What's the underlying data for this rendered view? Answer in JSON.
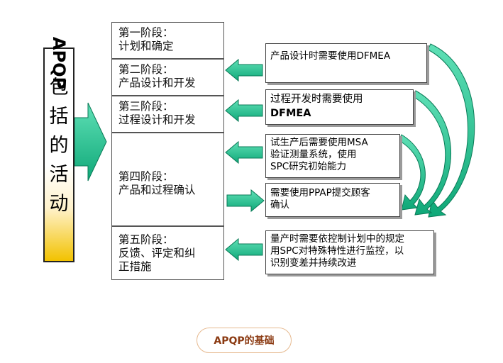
{
  "vertical_title": {
    "latin": "APQP",
    "chars": [
      "包",
      "括",
      "的",
      "活",
      "动"
    ]
  },
  "stages": [
    {
      "line1": "第一阶段：",
      "line2": "计划和确定"
    },
    {
      "line1": "第二阶段：",
      "line2": "产品设计和开发"
    },
    {
      "line1": "第三阶段：",
      "line2": "过程设计和开发"
    },
    {
      "line1": "第四阶段：",
      "line2": "产品和过程确认"
    },
    {
      "line1": "第五阶段：",
      "line2": "反馈、评定和纠",
      "line3": "正措施"
    }
  ],
  "callouts": [
    {
      "text": "产品设计时需要使用DFMEA"
    },
    {
      "line1": "过程开发时需要使用",
      "line2": "DFMEA"
    },
    {
      "line1": "试生产后需要使用MSA",
      "line2": "验证测量系统，使用",
      "line3": "SPC研究初始能力"
    },
    {
      "line1": "需要使用PPAP提交顾客",
      "line2": "确认"
    },
    {
      "line1": "量产时需要依控制计划中的规定",
      "line2": "用SPC对特殊特性进行监控，以",
      "line3": "识别变差并持续改进"
    }
  ],
  "caption": "APQP的基础",
  "colors": {
    "arrow_fill": "#12b486",
    "arrow_stroke": "#0a7a57",
    "gold": "#f2c200",
    "caption_text": "#8b3a12",
    "caption_border": "#e6b98f"
  }
}
